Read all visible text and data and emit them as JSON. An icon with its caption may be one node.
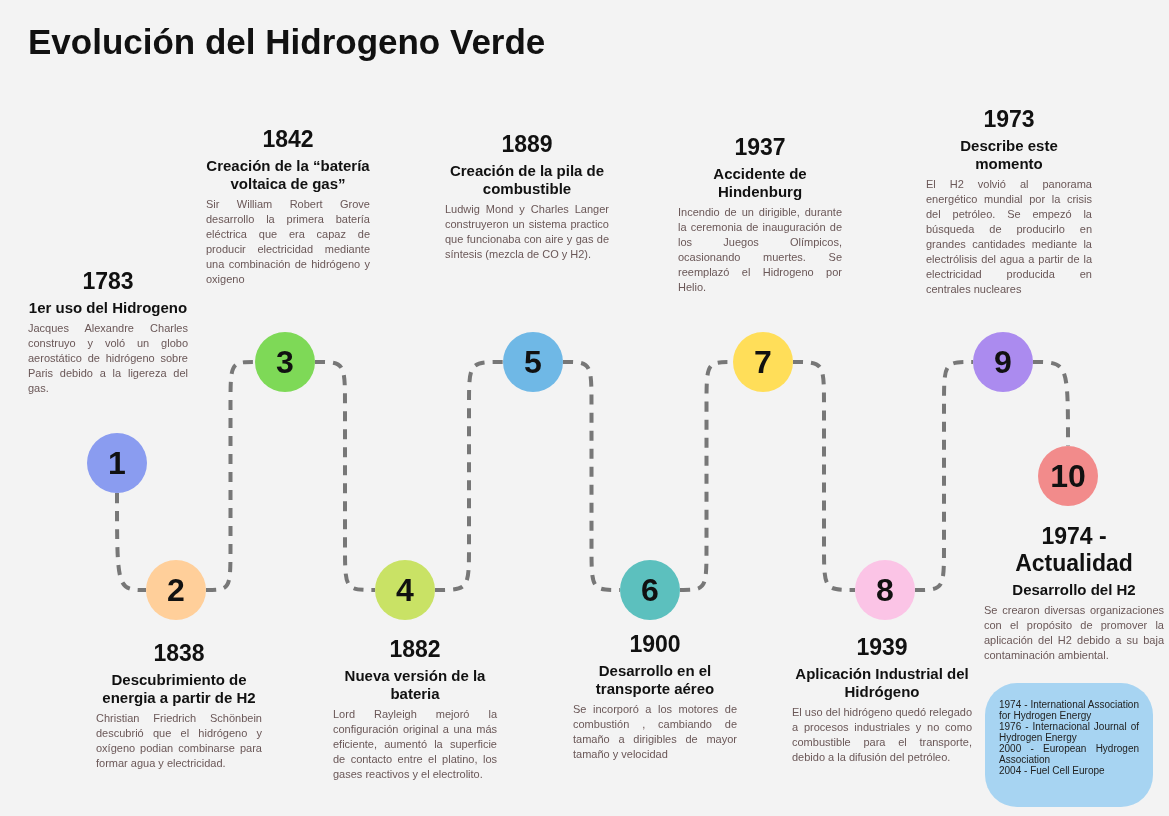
{
  "diagram": {
    "title": "Evolución del Hidrogeno Verde",
    "nodes": [
      {
        "text": [
          "1"
        ],
        "beside": [
          "1783",
          "1er uso del Hidrogeno",
          "Jacques Alexandre Charles construyo y voló un globo aerostático de hidrógeno sobre Paris debido a la ligereza del gas."
        ]
      },
      {
        "text": [
          "2"
        ],
        "beside": [
          "1838",
          "Descubrimiento de energia a partir de H2",
          "Christian Friedrich Schönbein descubrió que el hidrógeno y oxígeno podian combinarse para formar agua y electricidad."
        ]
      },
      {
        "text": [
          "3"
        ],
        "beside": [
          "1842",
          "Creación de la “batería voltaica de gas”",
          "Sir William Robert Grove desarrollo la primera batería eléctrica que era capaz de producir electricidad mediante una combinación de hidrógeno y oxigeno"
        ]
      },
      {
        "text": [
          "4"
        ],
        "beside": [
          "1882",
          "Nueva versión de la bateria",
          "Lord Rayleigh mejoró la configuración original a una más eficiente, aumentó la superficie de contacto entre el platino, los gases reactivos y el electrolito."
        ]
      },
      {
        "text": [
          "5"
        ],
        "beside": [
          "1889",
          "Creación  de la pila de combustible",
          "Ludwig Mond y Charles Langer construyeron un sistema practico que funcionaba con aire y gas de síntesis (mezcla de CO y H2)."
        ]
      },
      {
        "text": [
          "6"
        ],
        "beside": [
          "1900",
          "Desarrollo en el transporte aéreo",
          "Se incorporó a los motores de combustión , cambiando de tamaño a dirigibles de mayor tamaño y velocidad"
        ]
      },
      {
        "text": [
          "7"
        ],
        "beside": [
          "1937",
          "Accidente de Hindenburg",
          "Incendio de un dirigible, durante la ceremonia de inauguración de los Juegos Olímpicos, ocasionando muertes. Se reemplazó el Hidrogeno por Helio."
        ]
      },
      {
        "text": [
          "8"
        ],
        "beside": [
          "1939",
          "Aplicación Industrial del Hidrógeno",
          "El uso del hidrógeno quedó relegado a procesos industriales y no como combustible para el transporte, debido a la difusión del petróleo."
        ]
      },
      {
        "text": [
          "9"
        ],
        "beside": [
          "1973",
          "Describe este momento",
          "El H2 volvió al panorama energético mundial por la crisis del petróleo. Se empezó la búsqueda de producirlo en grandes cantidades mediante la electrólisis del agua a partir de la electricidad producida en centrales nucleares"
        ]
      },
      {
        "text": [
          "10"
        ],
        "beside": [
          "1974 - Actualidad",
          "Desarrollo del H2",
          "Se crearon diversas organizaciones con el propósito de promover la aplicación del H2 debido a su baja contaminación ambiental."
        ]
      },
      {
        "text": [
          "1974 - International Association for Hydrogen Energy",
          "1976 - Internacional Journal of Hydrogen Energy",
          "2000 - European Hydrogen Association",
          "2004 - Fuel Cell Europe"
        ]
      }
    ],
    "edges": [
      {
        "from": 0,
        "to": 1,
        "arrow": "none",
        "style": "dashed"
      },
      {
        "from": 1,
        "to": 2,
        "arrow": "none",
        "style": "dashed"
      },
      {
        "from": 2,
        "to": 3,
        "arrow": "none",
        "style": "dashed"
      },
      {
        "from": 3,
        "to": 4,
        "arrow": "none",
        "style": "dashed"
      },
      {
        "from": 4,
        "to": 5,
        "arrow": "none",
        "style": "dashed"
      },
      {
        "from": 5,
        "to": 6,
        "arrow": "none",
        "style": "dashed"
      },
      {
        "from": 6,
        "to": 7,
        "arrow": "none",
        "style": "dashed"
      },
      {
        "from": 7,
        "to": 8,
        "arrow": "none",
        "style": "dashed"
      },
      {
        "from": 8,
        "to": 9,
        "arrow": "none",
        "style": "dashed"
      }
    ]
  }
}
